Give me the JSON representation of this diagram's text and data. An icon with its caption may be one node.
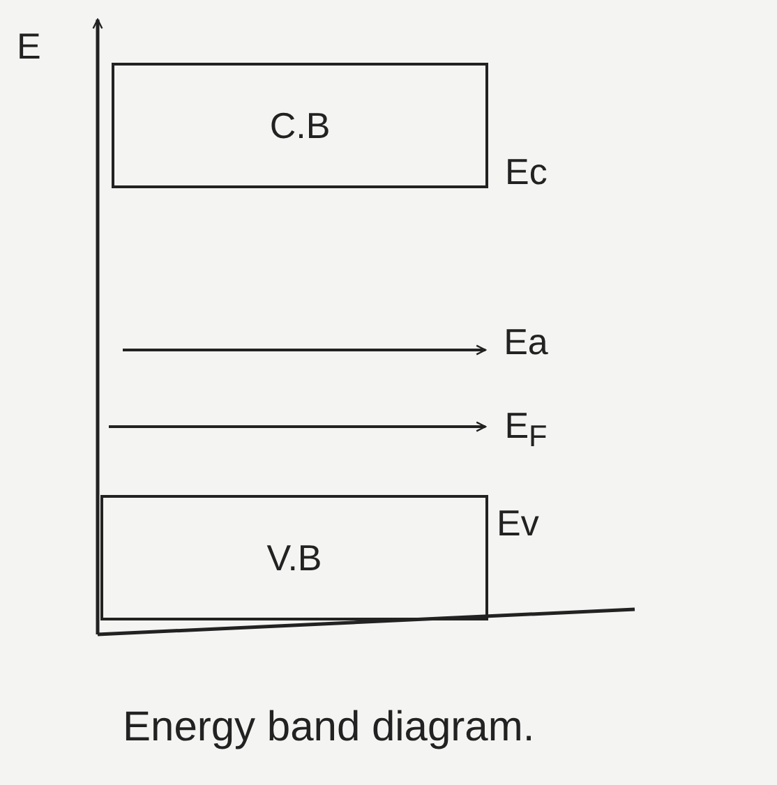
{
  "diagram": {
    "caption": "Energy band diagram.",
    "nodes": [
      {
        "text": [
          "C.B"
        ],
        "beside": [
          "Ec"
        ]
      },
      {
        "text": [
          "Ea"
        ]
      },
      {
        "text": [
          "E$_{F}$"
        ]
      },
      {
        "text": [
          "V.B"
        ],
        "beside": [
          "Ev"
        ]
      }
    ],
    "edges": [
      {
        "from": null,
        "to": 1,
        "arrow": "to"
      },
      {
        "from": null,
        "to": 2,
        "arrow": "to"
      }
    ],
    "labels": [
      "E"
    ]
  }
}
